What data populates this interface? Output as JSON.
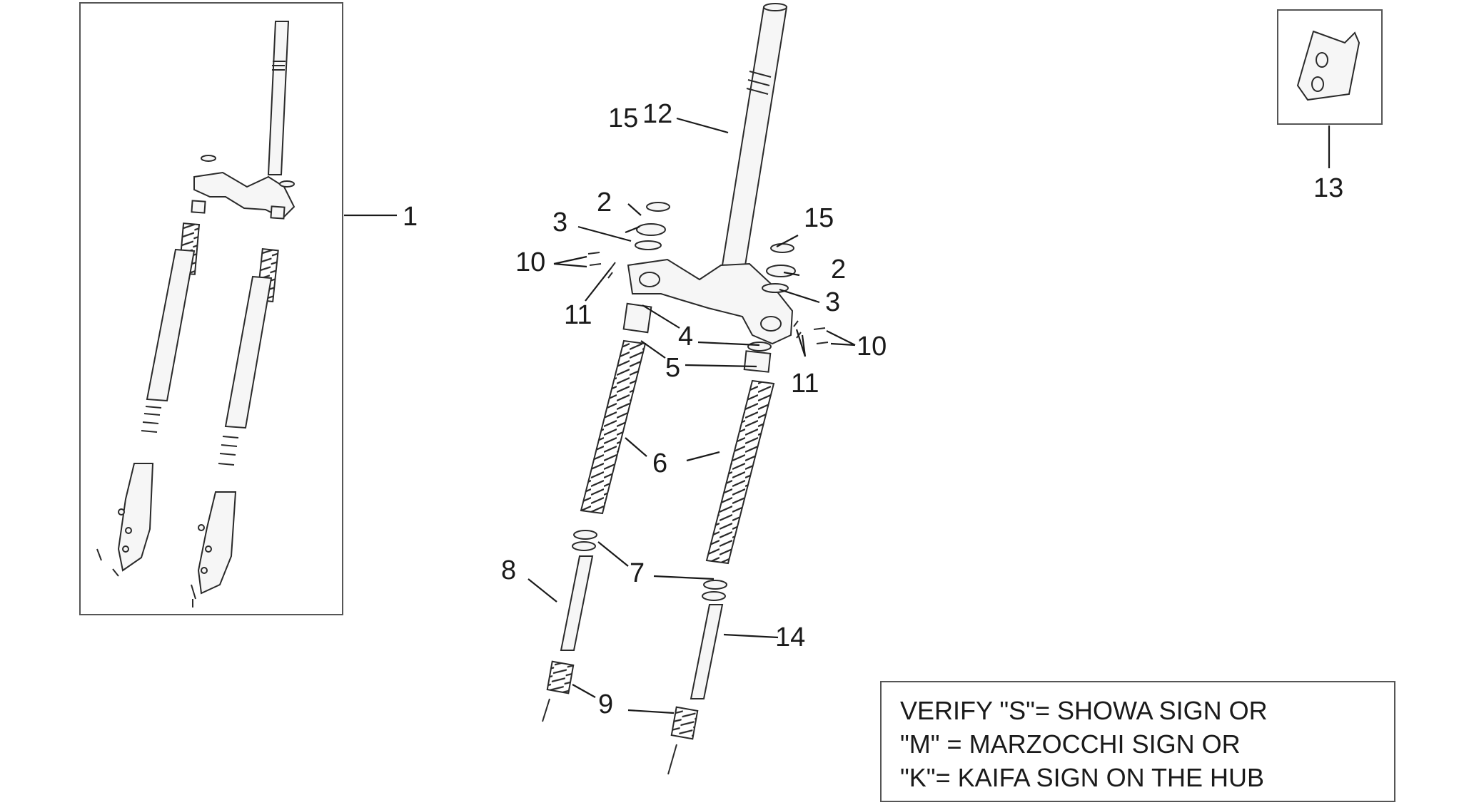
{
  "callouts": {
    "c1": "1",
    "c2a": "2",
    "c2b": "2",
    "c3a": "3",
    "c3b": "3",
    "c4": "4",
    "c5": "5",
    "c6": "6",
    "c7": "7",
    "c8": "8",
    "c9": "9",
    "c10a": "10",
    "c10b": "10",
    "c11a": "11",
    "c11b": "11",
    "c12": "12",
    "c13": "13",
    "c14": "14",
    "c15a": "15",
    "c15b": "15"
  },
  "note": {
    "line1": "VERIFY \"S\"= SHOWA SIGN OR",
    "line2": "\"M\" = MARZOCCHI SIGN OR",
    "line3": "\"K\"= KAIFA SIGN ON THE HUB"
  }
}
